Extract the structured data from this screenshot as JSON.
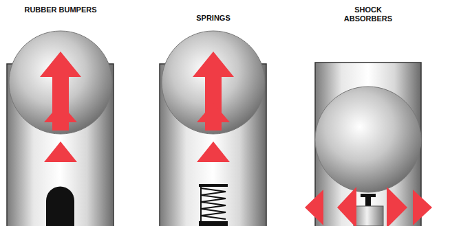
{
  "diagram": {
    "labels": [
      "RUBBER BUMPERS",
      "SPRINGS",
      "SHOCK ABSORBERS"
    ]
  }
}
